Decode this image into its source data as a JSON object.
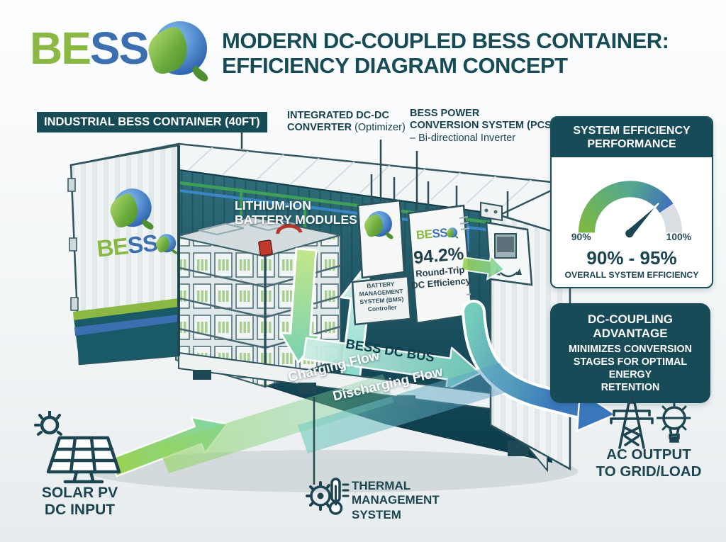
{
  "header": {
    "logo_be": "BE",
    "logo_ss": "SS",
    "title_line1": "MODERN DC-COUPLED BESS CONTAINER:",
    "title_line2": "EFFICIENCY DIAGRAM CONCEPT"
  },
  "container_label": {
    "badge": "INDUSTRIAL BESS CONTAINER (40FT)"
  },
  "equipment_labels": {
    "dcdc_line1": "INTEGRATED DC-DC",
    "dcdc_line2_bold": "CONVERTER",
    "dcdc_line2_normal": "(Optimizer)",
    "pcs_line1": "BESS POWER",
    "pcs_line2": "CONVERSION SYSTEM (PCS)",
    "pcs_line3": "– Bi-directional Inverter",
    "battery_line1": "LITHIUM-ION",
    "battery_line2": "BATTERY MODULES"
  },
  "door": {
    "logo_be": "BE",
    "logo_ss": "SS"
  },
  "bms": {
    "line1": "BATTERY",
    "line2": "MANAGEMENT",
    "line3": "SYSTEM (BMS)",
    "line4": "Controller"
  },
  "pcs_cabinet": {
    "logo_be": "BE",
    "logo_ss": "SS",
    "value": "94.2%",
    "sub1": "Round-Trip",
    "sub2": "DC Efficiency"
  },
  "flows": {
    "dc_bus": "BESS DC BUS",
    "charging": "Charging Flow",
    "discharging": "Discharging Flow"
  },
  "efficiency_panel": {
    "title_line1": "SYSTEM EFFICIENCY",
    "title_line2": "PERFORMANCE",
    "gauge_min": "90%",
    "gauge_max": "100%",
    "range": "90% - 95%",
    "caption": "OVERALL SYSTEM EFFICIENCY"
  },
  "advantage": {
    "title": "DC-COUPLING ADVANTAGE",
    "line1": "MINIMIZES CONVERSION",
    "line2": "STAGES FOR OPTIMAL ENERGY",
    "line3": "RETENTION"
  },
  "io": {
    "solar_line1": "SOLAR PV",
    "solar_line2": "DC INPUT",
    "thermal_line1": "THERMAL",
    "thermal_line2": "MANAGEMENT",
    "thermal_line3": "SYSTEM",
    "ac_line1": "AC OUTPUT",
    "ac_line2": "TO GRID/LOAD"
  },
  "colors": {
    "dark_teal": "#17434d",
    "panel_teal": "#174b57",
    "logo_green": "#8ab843",
    "logo_blue": "#3c6fb0",
    "flow_green": "#9ed058",
    "flow_teal": "#7fd4c4",
    "flow_blue": "#3a77bd",
    "gauge_gray": "#d9dee2"
  }
}
